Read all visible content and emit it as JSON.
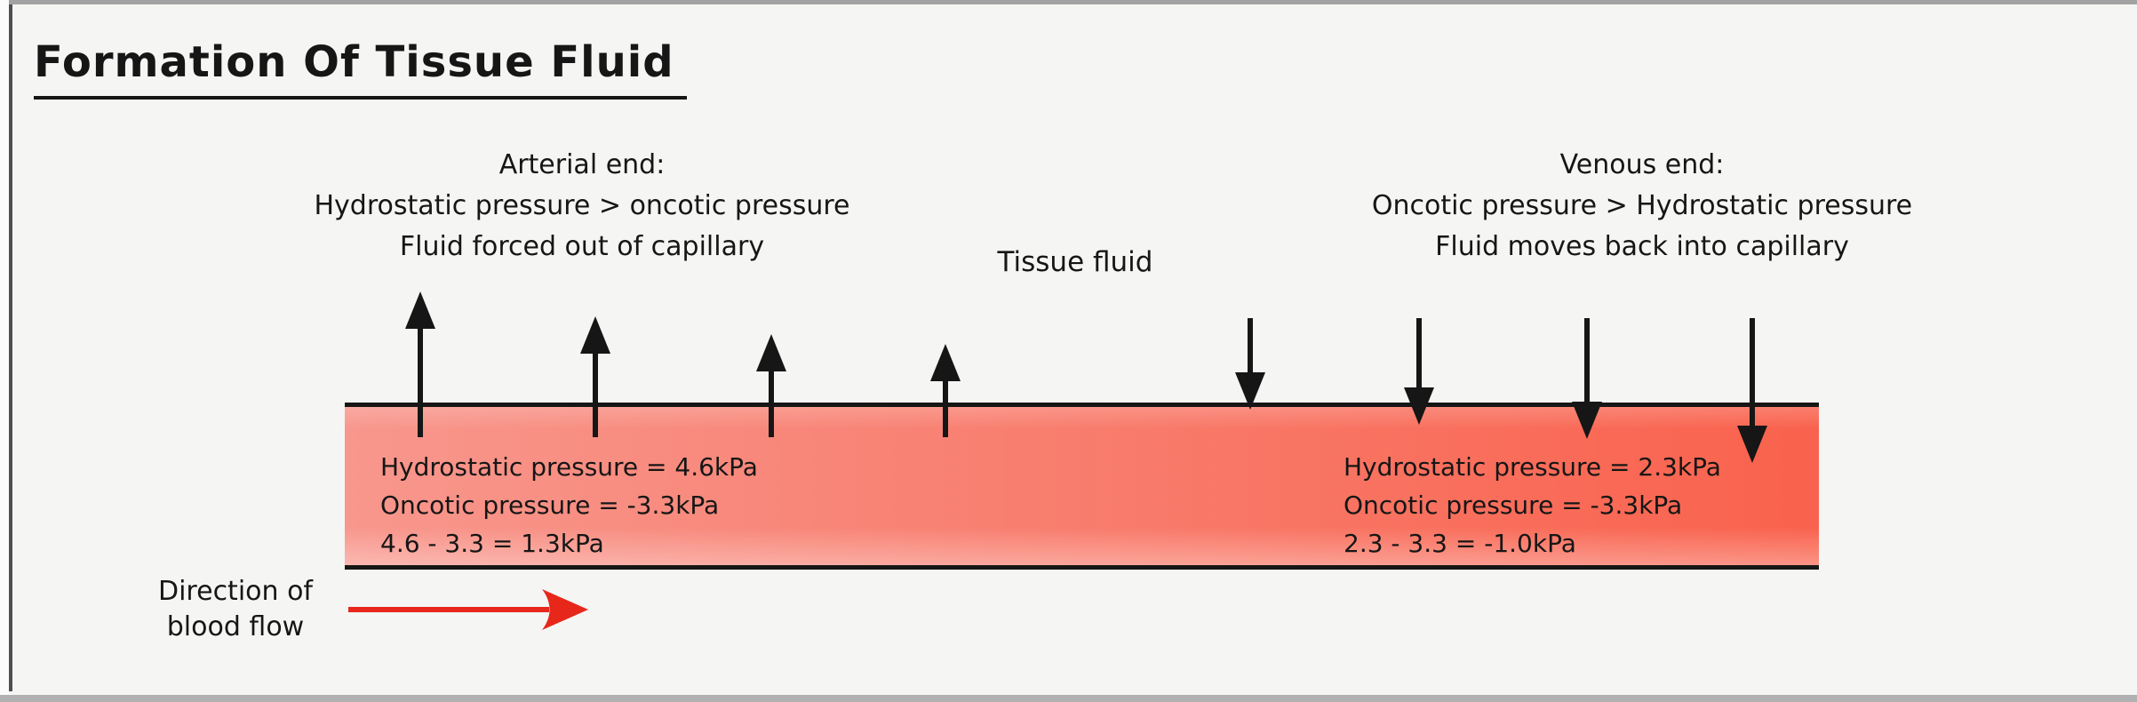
{
  "title": "Formation Of Tissue Fluid",
  "arterial_note": {
    "heading": "Arterial end:",
    "line1": "Hydrostatic pressure > oncotic pressure",
    "line2": "Fluid forced out of capillary"
  },
  "venous_note": {
    "heading": "Venous end:",
    "line1": "Oncotic pressure > Hydrostatic pressure",
    "line2": "Fluid moves back into capillary"
  },
  "tissue_fluid_label": "Tissue fluid",
  "capillary": {
    "arterial_values": {
      "hydrostatic": "Hydrostatic pressure = 4.6kPa",
      "oncotic": "Oncotic pressure = -3.3kPa",
      "net": "4.6 - 3.3 = 1.3kPa"
    },
    "venous_values": {
      "hydrostatic": "Hydrostatic pressure = 2.3kPa",
      "oncotic": "Oncotic pressure = -3.3kPa",
      "net": "2.3 - 3.3 = -1.0kPa"
    }
  },
  "direction_label": {
    "line1": "Direction of",
    "line2": "blood flow"
  },
  "arrows": {
    "fluid_out_of_capillary": {
      "direction": "up",
      "count": 4
    },
    "fluid_into_capillary": {
      "direction": "down",
      "count": 4
    },
    "blood_flow": {
      "direction": "right",
      "count": 1
    }
  },
  "colors": {
    "ink": "#161616",
    "capillary_left": "#f8978d",
    "capillary_right": "#f9624d",
    "flow_arrow": "#e8271b",
    "canvas_background": "#f5f5f3"
  }
}
